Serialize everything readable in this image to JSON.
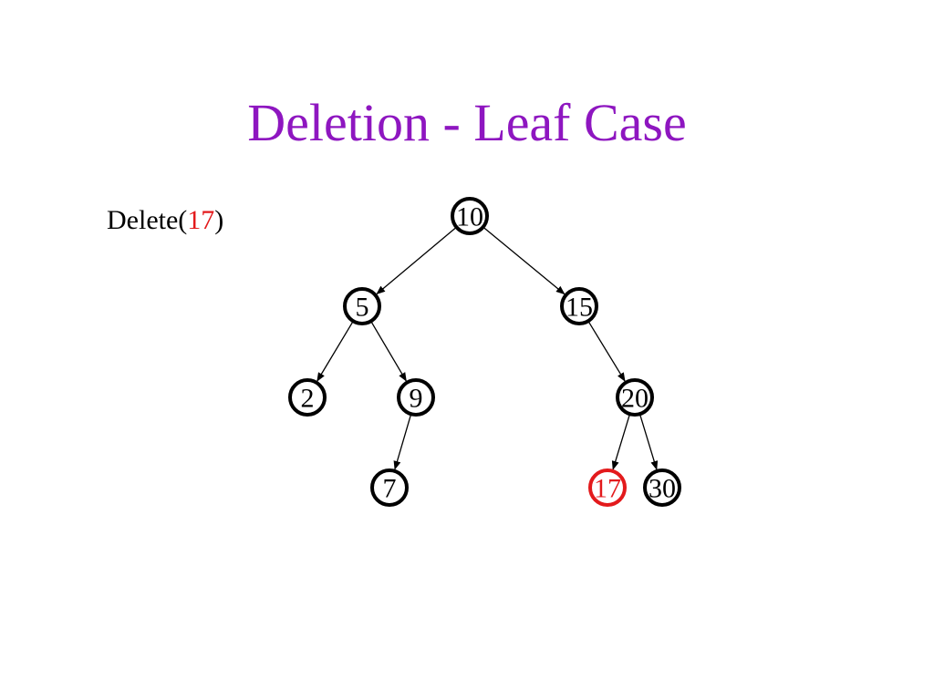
{
  "slide": {
    "title": "Deletion - Leaf Case",
    "operation": {
      "prefix": "Delete(",
      "argument": "17",
      "suffix": ")",
      "argument_color": "#e31a1c"
    }
  },
  "colors": {
    "title": "#8e16c0",
    "node_border": "#000000",
    "highlight": "#e31a1c"
  },
  "tree": {
    "root": "10",
    "nodes": [
      {
        "id": "n10",
        "label": "10",
        "highlight": false
      },
      {
        "id": "n5",
        "label": "5",
        "highlight": false
      },
      {
        "id": "n15",
        "label": "15",
        "highlight": false
      },
      {
        "id": "n2",
        "label": "2",
        "highlight": false
      },
      {
        "id": "n9",
        "label": "9",
        "highlight": false
      },
      {
        "id": "n20",
        "label": "20",
        "highlight": false
      },
      {
        "id": "n7",
        "label": "7",
        "highlight": false
      },
      {
        "id": "n17",
        "label": "17",
        "highlight": true
      },
      {
        "id": "n30",
        "label": "30",
        "highlight": false
      }
    ],
    "edges": [
      {
        "from": "n10",
        "to": "n5"
      },
      {
        "from": "n10",
        "to": "n15"
      },
      {
        "from": "n5",
        "to": "n2"
      },
      {
        "from": "n5",
        "to": "n9"
      },
      {
        "from": "n15",
        "to": "n20"
      },
      {
        "from": "n9",
        "to": "n7"
      },
      {
        "from": "n20",
        "to": "n17"
      },
      {
        "from": "n20",
        "to": "n30"
      }
    ]
  }
}
